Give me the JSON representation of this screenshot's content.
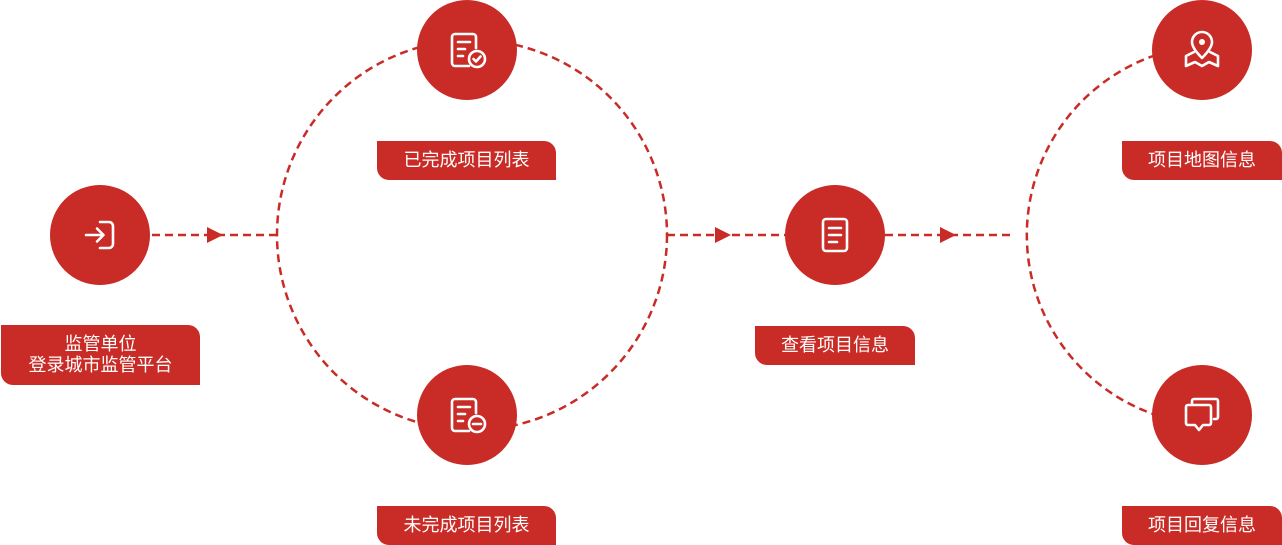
{
  "colors": {
    "accent": "#c92b26",
    "text_on_accent": "#ffffff",
    "background": "#ffffff"
  },
  "steps": {
    "login": {
      "icon": "login-icon",
      "label_line1": "监管单位",
      "label_line2": "登录城市监管平台"
    },
    "completed_list": {
      "icon": "document-check-icon",
      "label": "已完成项目列表"
    },
    "incomplete_list": {
      "icon": "document-minus-icon",
      "label": "未完成项目列表"
    },
    "view_info": {
      "icon": "document-icon",
      "label": "查看项目信息"
    },
    "map_info": {
      "icon": "map-pin-icon",
      "label": "项目地图信息"
    },
    "reply_info": {
      "icon": "chat-bubbles-icon",
      "label": "项目回复信息"
    }
  }
}
